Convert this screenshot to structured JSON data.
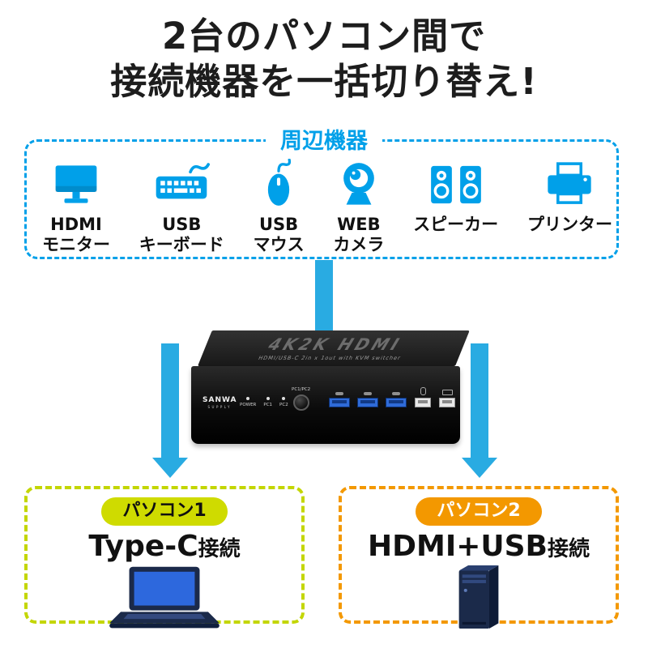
{
  "title": {
    "line1": "2台のパソコン間で",
    "line2": "接続機器を一括切り替え!"
  },
  "peripherals": {
    "label": "周辺機器",
    "items": [
      {
        "line1": "HDMI",
        "line2": "モニター"
      },
      {
        "line1": "USB",
        "line2": "キーボード"
      },
      {
        "line1": "USB",
        "line2": "マウス"
      },
      {
        "line1": "WEB",
        "line2": "カメラ"
      },
      {
        "line1": "スピーカー",
        "line2": ""
      },
      {
        "line1": "プリンター",
        "line2": ""
      }
    ]
  },
  "device": {
    "top_logo": "4K2K HDMI",
    "top_sub": "HDMI/USB-C 2in x 1out with KVM switcher",
    "brand": "SANWA",
    "brand_sub": "SUPPLY",
    "led_labels": [
      "POWER",
      "PC1",
      "PC2"
    ],
    "button_label": "PC1/PC2"
  },
  "pc1": {
    "badge": "パソコン1",
    "conn_main": "Type-C",
    "conn_suffix": "接続"
  },
  "pc2": {
    "badge": "パソコン2",
    "conn_main": "HDMI+USB",
    "conn_suffix": "接続"
  },
  "colors": {
    "blue": "#00a0e9",
    "arrow": "#29abe2",
    "yg": "#c3d600",
    "ygbadge": "#cfdb00",
    "orange": "#f39800",
    "navy": "#1b2a4a"
  }
}
